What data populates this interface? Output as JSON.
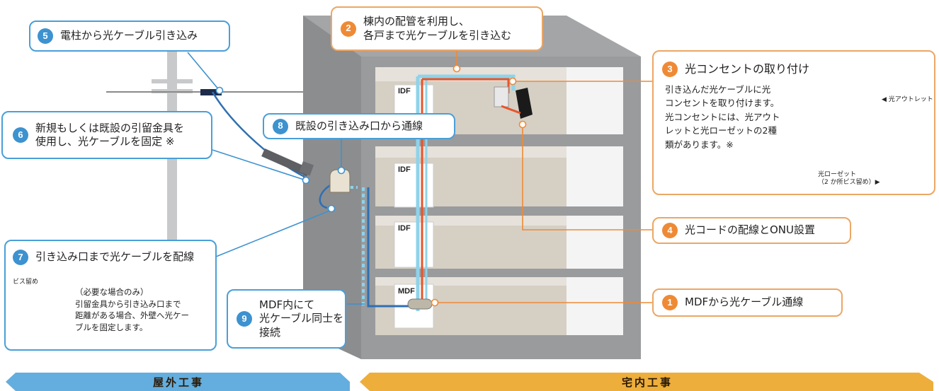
{
  "colors": {
    "blue_accent": "#3d92d0",
    "orange_accent": "#ee8a36",
    "fiber_red": "#e6552b",
    "fiber_blue": "#8ed3ea",
    "building_gray": "#8f8f90",
    "outdoor_banner": "#63aede",
    "indoor_banner": "#eeae3b"
  },
  "callouts": {
    "c5": {
      "num": "5",
      "text": "電柱から光ケーブル引き込み"
    },
    "c2": {
      "num": "2",
      "text": "棟内の配管を利用し、\n各戸まで光ケーブルを引き込む"
    },
    "c3": {
      "num": "3",
      "title": "光コンセントの取り付け",
      "body": "引き込んだ光ケーブルに光\nコンセントを取り付けます。\n光コンセントには、光アウト\nレットと光ローゼットの2種\n類があります。※",
      "outlet_label": "◀ 光アウトレット",
      "rosette_label": "光ローゼット\n（2 か所ビス留め）▶"
    },
    "c6": {
      "num": "6",
      "text": "新規もしくは既設の引留金具を\n使用し、光ケーブルを固定 ※"
    },
    "c8": {
      "num": "8",
      "text": "既設の引き込み口から通線"
    },
    "c4": {
      "num": "4",
      "text": "光コードの配線とONU設置"
    },
    "c7": {
      "num": "7",
      "title": "引き込み口まで光ケーブルを配線",
      "photo_label": "ビス留め",
      "body": "（必要な場合のみ）\n引留金具から引き込み口まで\n距離がある場合、外壁へ光ケー\nブルを固定します。"
    },
    "c9": {
      "num": "9",
      "text": "MDF内にて\n光ケーブル同士を\n接続"
    },
    "c1": {
      "num": "1",
      "text": "MDFから光ケーブル通線"
    }
  },
  "building": {
    "idf_labels": [
      "IDF",
      "IDF",
      "IDF"
    ],
    "mdf_label": "MDF"
  },
  "banners": {
    "outdoor": "屋外工事",
    "indoor": "宅内工事"
  }
}
